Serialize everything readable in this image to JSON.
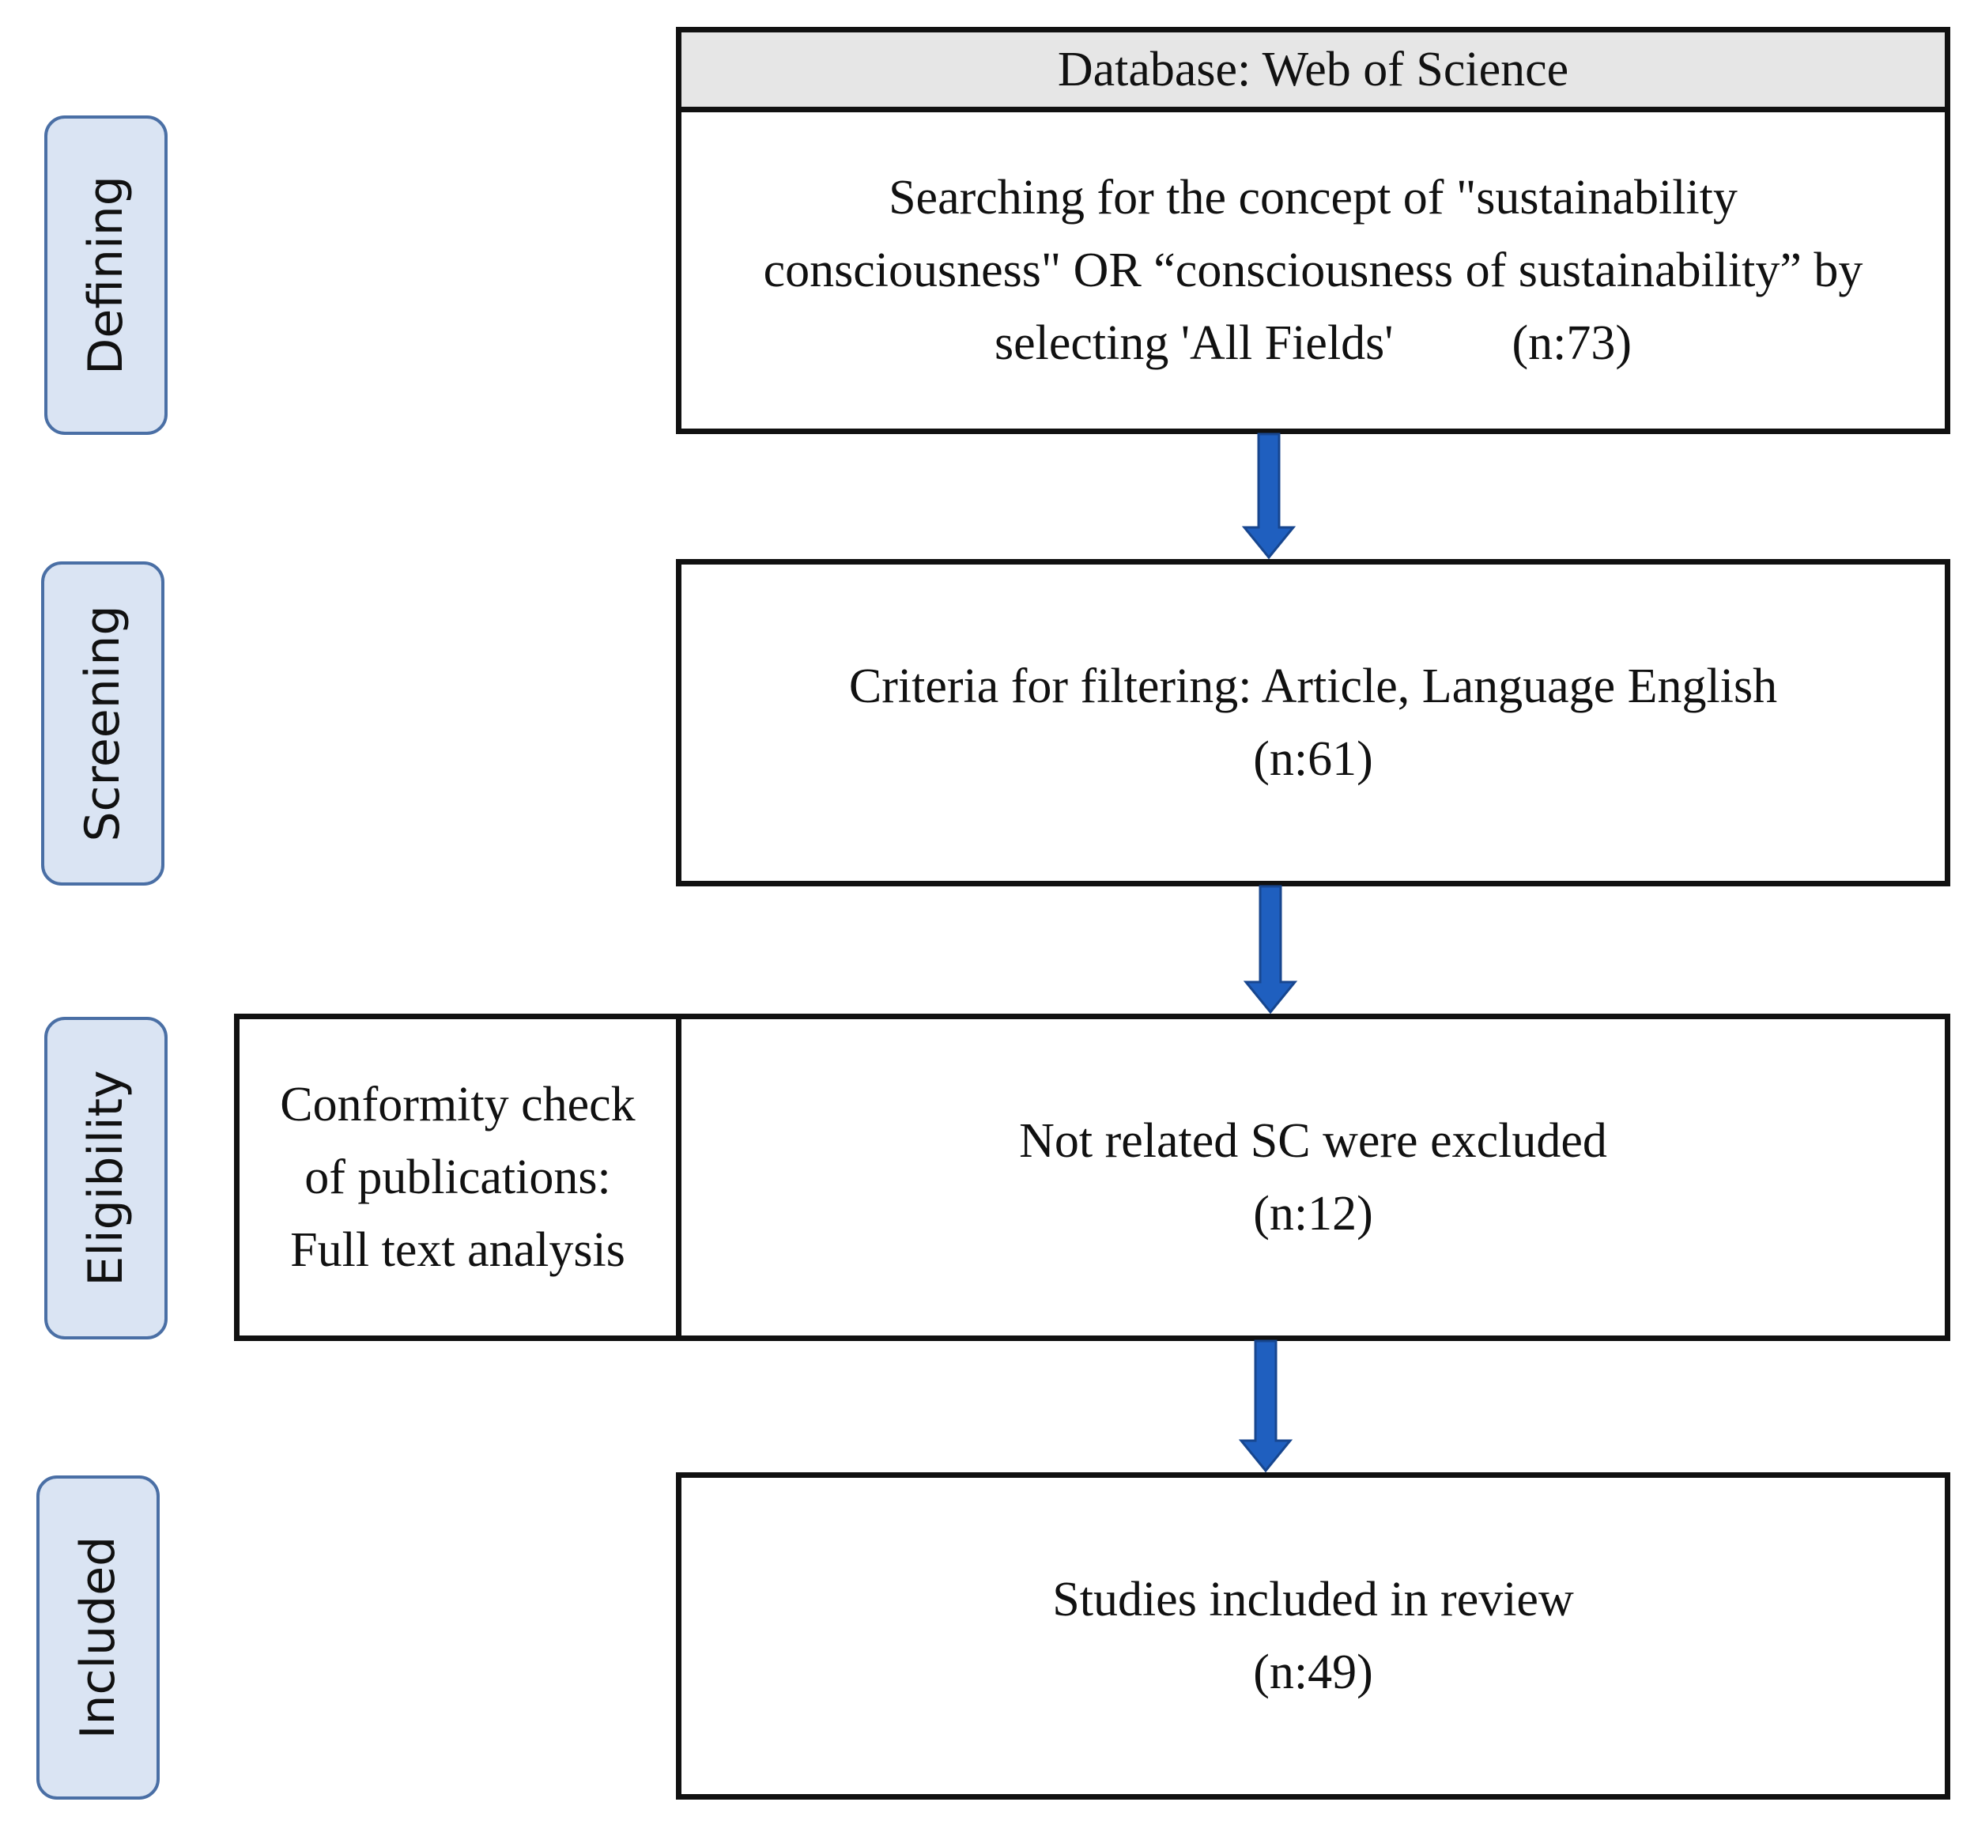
{
  "phases": {
    "defining": "Defining",
    "screening": "Screening",
    "eligibility": "Eligibility",
    "included": "Included"
  },
  "database": "Database: Web of Science",
  "defining_box": {
    "line1": "Searching for the concept of \"sustainability",
    "line2": "consciousness\" OR “consciousness of sustainability” by",
    "line3_text": "selecting 'All Fields'",
    "line3_count": "(n:73)"
  },
  "screening_box": {
    "line1": "Criteria for filtering: Article, Language English",
    "count": "(n:61)"
  },
  "eligibility_check": {
    "line1": "Conformity check",
    "line2": "of publications:",
    "line3": "Full text analysis"
  },
  "eligibility_box": {
    "line1": "Not related SC were excluded",
    "count": "(n:12)"
  },
  "included_box": {
    "line1": "Studies included in review",
    "count": "(n:49)"
  },
  "colors": {
    "arrow": "#1f5fbf",
    "phase_fill": "#dae4f3",
    "phase_border": "#4a6fa5",
    "header_fill": "#e6e6e6"
  }
}
